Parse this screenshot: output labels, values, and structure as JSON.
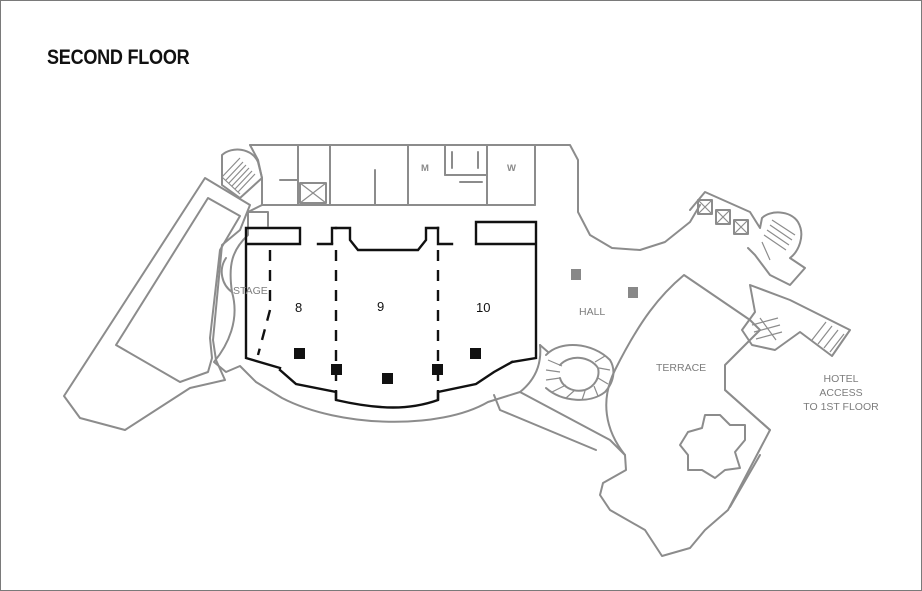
{
  "floor_title": "SECOND FLOOR",
  "rooms": {
    "stage": "STAGE",
    "room_8": "8",
    "room_9": "9",
    "room_10": "10",
    "hall": "HALL",
    "terrace": "TERRACE",
    "restroom_men": "M",
    "restroom_women": "W"
  },
  "hotel_access": {
    "line1": "HOTEL",
    "line2": "ACCESS",
    "line3": "TO 1ST FLOOR"
  }
}
